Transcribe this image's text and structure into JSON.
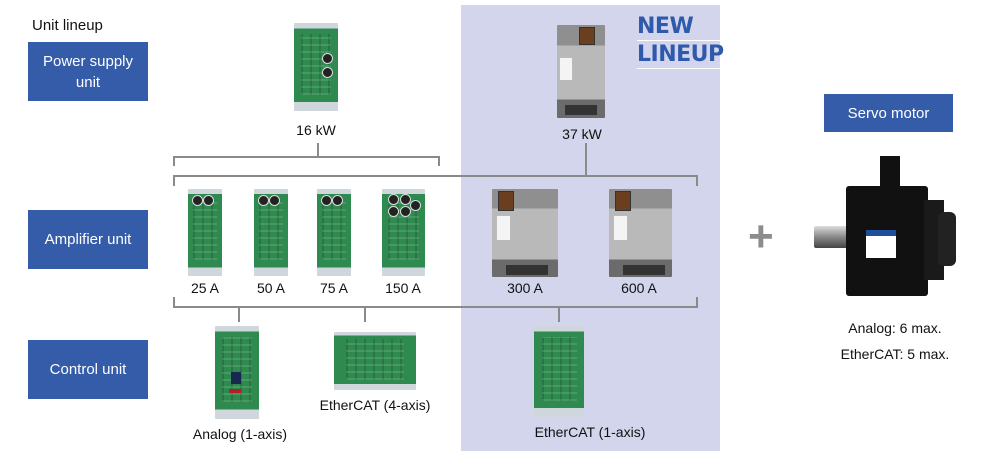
{
  "header": {
    "title": "Unit lineup"
  },
  "new_lineup": {
    "line1": "NEW",
    "line2": "LINEUP",
    "color": "#2f5aab",
    "panel_color": "#d2d5eb"
  },
  "unit_categories": [
    {
      "label": "Power supply unit"
    },
    {
      "label": "Amplifier unit"
    },
    {
      "label": "Control unit"
    }
  ],
  "power_supply_units": [
    {
      "rating": "16 kW",
      "image": "pcb-board",
      "new": false
    },
    {
      "rating": "37 kW",
      "image": "metal-enclosure",
      "new": true
    }
  ],
  "amplifier_units": [
    {
      "rating": "25 A",
      "image": "pcb-board",
      "new": false
    },
    {
      "rating": "50 A",
      "image": "pcb-board",
      "new": false
    },
    {
      "rating": "75 A",
      "image": "pcb-board",
      "new": false
    },
    {
      "rating": "150 A",
      "image": "pcb-board",
      "new": false
    },
    {
      "rating": "300 A",
      "image": "metal-enclosure",
      "new": true
    },
    {
      "rating": "600 A",
      "image": "metal-enclosure",
      "new": true
    }
  ],
  "control_units": [
    {
      "label": "Analog (1-axis)",
      "new": false
    },
    {
      "label": "EtherCAT (4-axis)",
      "new": false
    },
    {
      "label": "EtherCAT (1-axis)",
      "new": true
    }
  ],
  "servo_motor": {
    "label": "Servo motor",
    "notes": [
      "Analog: 6 max.",
      "EtherCAT: 5 max."
    ]
  },
  "plus_symbol": "+",
  "colors": {
    "unit_box": "#345ca8",
    "connector_line": "#8a8a8a"
  }
}
